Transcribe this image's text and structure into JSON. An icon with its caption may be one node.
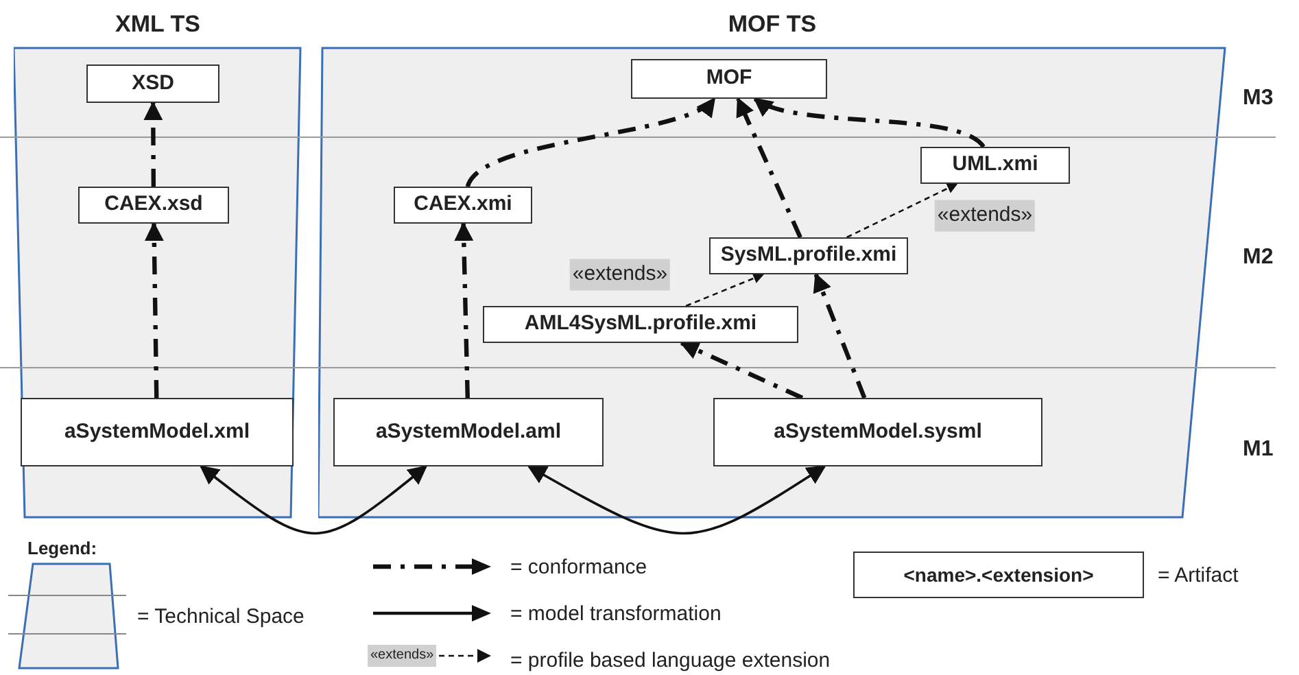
{
  "diagram": {
    "nodes": [
      {
        "text": [
          "XML TS"
        ]
      },
      {
        "text": [
          "MOF TS"
        ]
      },
      {
        "text": [
          "XSD"
        ],
        "in": 0
      },
      {
        "text": [
          "CAEX.xsd"
        ],
        "in": 0
      },
      {
        "text": [
          "aSystemModel.xml"
        ],
        "in": 0
      },
      {
        "text": [
          "MOF"
        ],
        "in": 1
      },
      {
        "text": [
          "CAEX.xmi"
        ],
        "in": 1
      },
      {
        "text": [
          "UML.xmi"
        ],
        "in": 1
      },
      {
        "text": [
          "SysML.profile.xmi"
        ],
        "in": 1
      },
      {
        "text": [
          "AML4SysML.profile.xmi"
        ],
        "in": 1
      },
      {
        "text": [
          "aSystemModel.aml"
        ],
        "in": 1
      },
      {
        "text": [
          "aSystemModel.sysml"
        ],
        "in": 1
      }
    ],
    "edges": [
      {
        "from": 3,
        "to": 2,
        "arrow": "to",
        "style": "dashed"
      },
      {
        "from": 4,
        "to": 3,
        "arrow": "to",
        "style": "dashed"
      },
      {
        "from": 6,
        "to": 5,
        "arrow": "to",
        "style": "dashed"
      },
      {
        "from": 7,
        "to": 5,
        "arrow": "to",
        "style": "dashed"
      },
      {
        "from": 8,
        "to": 5,
        "arrow": "to",
        "style": "dashed"
      },
      {
        "from": 10,
        "to": 6,
        "arrow": "to",
        "style": "dashed"
      },
      {
        "from": 11,
        "to": 8,
        "arrow": "to",
        "style": "dashed"
      },
      {
        "from": 11,
        "to": 9,
        "arrow": "to",
        "style": "dashed"
      },
      {
        "from": 9,
        "to": 8,
        "arrow": "to",
        "style": "dashed",
        "label": "«extends»"
      },
      {
        "from": 8,
        "to": 7,
        "arrow": "to",
        "style": "dashed",
        "label": "«extends»"
      },
      {
        "from": 4,
        "to": 10,
        "arrow": "both"
      },
      {
        "from": 10,
        "to": 11,
        "arrow": "both"
      }
    ],
    "labels": [
      "M3",
      "M2",
      "M1",
      "Legend:",
      "«extends»",
      "<name>.<extension>"
    ],
    "legend": [
      {
        "text": "= Technical Space"
      },
      {
        "text": "= conformance"
      },
      {
        "text": "= model transformation"
      },
      {
        "text": "= profile based language extension"
      },
      {
        "text": "= Artifact"
      }
    ]
  }
}
